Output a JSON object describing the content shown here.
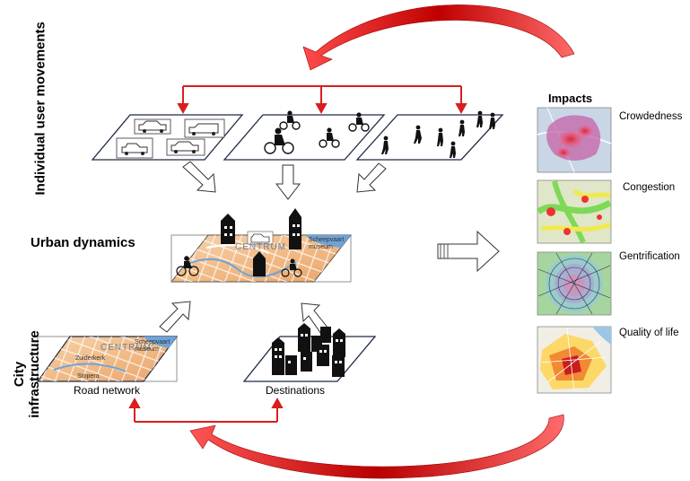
{
  "rows": {
    "individual_user_movements": "Individual user movements",
    "urban_dynamics": "Urban dynamics",
    "city_infrastructure": "City infrastructure"
  },
  "infrastructure": {
    "road_network": "Road network",
    "destinations": "Destinations"
  },
  "map_labels": {
    "centrum": "CENTRUM",
    "street_1": "Scheepvaart museum",
    "street_2": "Zuiderkerk",
    "street_3": "Stopera"
  },
  "impacts": {
    "title": "Impacts",
    "items": [
      {
        "label": "Crowdedness"
      },
      {
        "label": "Congestion"
      },
      {
        "label": "Gentrification"
      },
      {
        "label": "Quality of life"
      }
    ]
  },
  "colors": {
    "arrow_red": "#d71f1f",
    "map_orange": "#f3c89a",
    "map_blue": "#6fa3d8"
  }
}
